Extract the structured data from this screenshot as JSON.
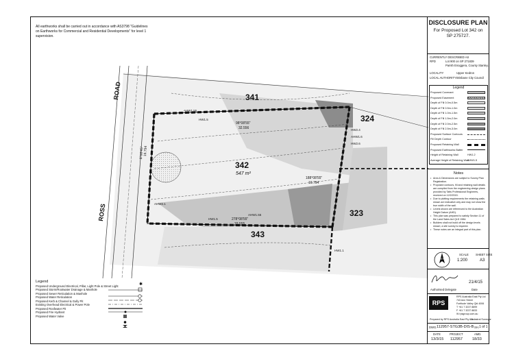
{
  "top_note": "All earthworks shall be carried out in accordance with AS3798 \"Guidelines on Earthworks for Commercial and Residential Developments\" for level 1 supervision.",
  "title_block": {
    "title": "DISCLOSURE PLAN",
    "subtitle_1": "For Proposed Lot 342 on",
    "subtitle_2": "SP 275727.",
    "currently_described": "CURRENTLY DESCRIBED AS",
    "rpd_label": "RPD",
    "rpd_value_1": "Lot 900 on SP 271839",
    "rpd_value_2": "Parish Enoggera, County Stanley.",
    "locality_label": "LOCALITY",
    "locality_value": "Upper Kedron",
    "authority_label": "LOCAL AUTHORITY",
    "authority_value": "Brisbane City Council"
  },
  "legend": {
    "heading": "Legend",
    "items": [
      "Proposed Covenant",
      "Proposed Easement",
      "Depth of Fill 0.0m-0.5m",
      "Depth of Fill 0.5m-1.0m",
      "Depth of Fill 1.0m-1.5m",
      "Depth of Fill 1.5m-2.0m",
      "Depth of Fill 2.0m-2.5m",
      "Depth of Fill 2.5m-3.0m",
      "Proposed Surface Contours",
      "Fill Depth Contour",
      "Proposed Retaining Wall",
      "Proposed Earthworks Batter",
      "Height of Retaining Wall",
      "Average Height of Retaining Wall"
    ],
    "wall_height_sample": "HW1.2",
    "avg_wall_height_sample": "AHW1.5",
    "fill_colors": [
      "#ffffff",
      "#f2f2f2",
      "#e6e6e6",
      "#d4d4d4",
      "#bdbdbd",
      "#a3a3a3",
      "#888888",
      "#6b6b6b"
    ]
  },
  "notes": {
    "heading": "Notes",
    "items": [
      "Area & Dimensions are subject to Survey Plan Registration.",
      "Proposed contours, fill and retaining wall details are compiled from the engineering design plans provided by Tatts Professional Engineers, received on 12/2/2015.",
      "Due to plotting requirements the retaining walls shown are indicative only and may not show the true width of the wall.",
      "Levels shown are referenced to the Australian Height Datum (AHD).",
      "This plan was prepared to satisfy Section 11 of the Land Sales Act QLD 1984.",
      "Builders shall not build off the design levels shown; a site survey is required.",
      "These notes are an integral part of this plan."
    ]
  },
  "scale_block": {
    "north": "NORTH",
    "scale_label": "SCALE",
    "scale_value": "1:200",
    "sheet_label": "SHEET SIZE",
    "sheet_value": "A3"
  },
  "signature": {
    "date": "21/4/15",
    "authorised": "Authorised Delegate",
    "date_label": "Date"
  },
  "company": {
    "logo": "RPS",
    "name": "RPS Australia East Pty Ltd",
    "address_1": "743 Ann Street",
    "address_2": "Fortitude Valley Qld 4006",
    "phone": "T +61 7 3237 8899",
    "fax": "F +61 7 3237 8833",
    "web": "W rpsgroup.com.au",
    "prepared_by": "Prepared by RPS Australia East Pty Ltd",
    "cadastral": "Cadastral Surveyor"
  },
  "drawing": {
    "dwg_label": "DWG.",
    "dwg_value": "112957-STG3B-DIS-B",
    "sh_label": "SH.",
    "sh_value": "1 of 1",
    "date_label": "DATE",
    "date_value": "13/3/15",
    "project_label": "PROJECT",
    "project_value": "112957",
    "amd_label": "AMD.",
    "amd_value": "18/33"
  },
  "plan": {
    "road_name_1": "ROAD",
    "road_name_2": "ROSS",
    "lot_main": "342",
    "lot_area": "547 m²",
    "lot_north": "341",
    "lot_south": "343",
    "lot_east_top": "324",
    "lot_east_bottom": "323",
    "bearing_top": "98°08'55\"",
    "dist_top": "32.556",
    "bearing_right": "188°08'55\"",
    "dist_right": "16.794",
    "bearing_bottom": "278°08'55\"",
    "dist_bottom": "32.555",
    "bearing_left": "8°08'45\"",
    "dist_left": "16.794",
    "wall_top_1": "AHW1.55",
    "wall_top_2": "HW1.5",
    "wall_right_1": "HW2.4",
    "wall_right_2": "AHW1.6",
    "wall_right_3": "HW2.6",
    "wall_bottom_1": "AHW1.55",
    "wall_bottom_2": "HW1.5",
    "wall_left": "AHW2.1",
    "wall_br": "HW1.1"
  },
  "bottom_legend": {
    "heading": "Legend",
    "items": [
      "Proposed Underground Electrical, Pillar, Light Pole & Street Light",
      "Proposed Storm/Rootwater Drainage & Manhole",
      "Proposed Sewer Reticulation & Manhole",
      "Proposed Water Reticulation",
      "Proposed Kerb & Channel & Gully Pit",
      "Existing Overhead Electrical & Power Pole",
      "Proposed Roofwater Pit",
      "Proposed Fire Hydrant",
      "Proposed Water Valve"
    ]
  }
}
